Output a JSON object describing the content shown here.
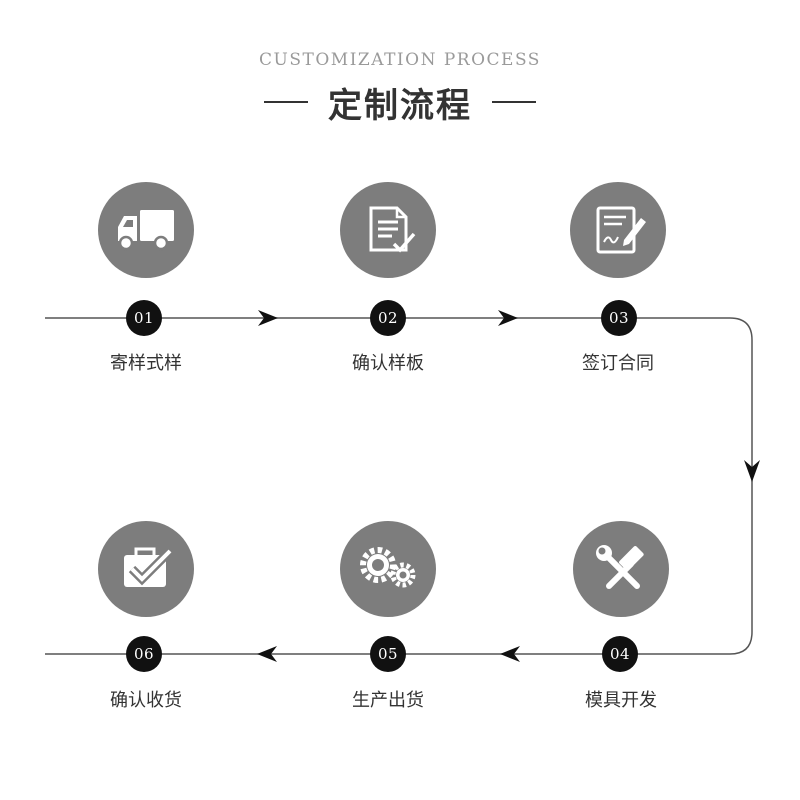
{
  "header": {
    "subtitle": "CUSTOMIZATION PROCESS",
    "title": "定制流程"
  },
  "steps": [
    {
      "number": "01",
      "label": "寄样式样",
      "icon": "truck-icon"
    },
    {
      "number": "02",
      "label": "确认样板",
      "icon": "document-check-icon"
    },
    {
      "number": "03",
      "label": "签订合同",
      "icon": "contract-sign-icon"
    },
    {
      "number": "04",
      "label": "模具开发",
      "icon": "wrench-hammer-icon"
    },
    {
      "number": "05",
      "label": "生产出货",
      "icon": "gears-icon"
    },
    {
      "number": "06",
      "label": "确认收货",
      "icon": "briefcase-check-icon"
    }
  ],
  "colors": {
    "circle": "#7d7d7d",
    "badge": "#111111",
    "line": "#555555",
    "arrow": "#111111",
    "text": "#333333",
    "subtitle": "#9a9a9a"
  }
}
